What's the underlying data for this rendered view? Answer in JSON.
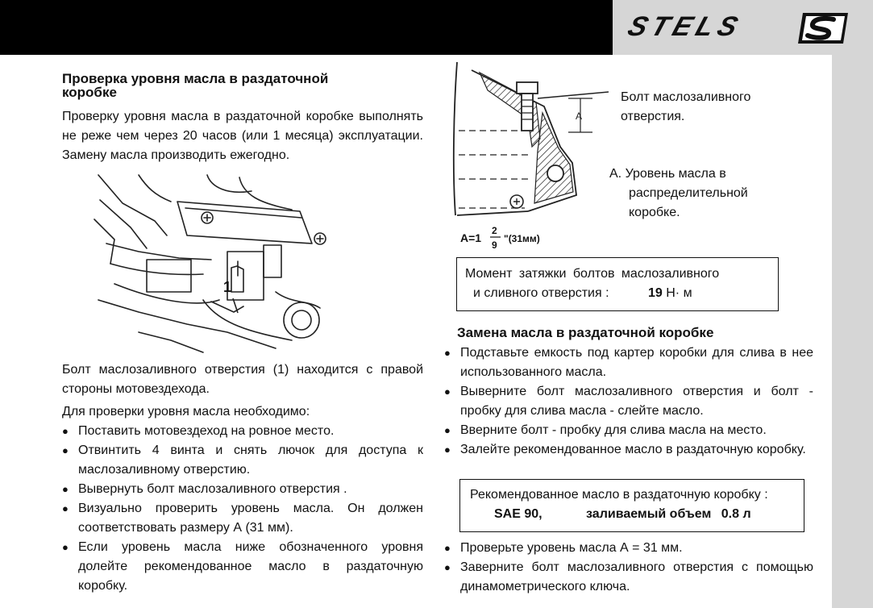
{
  "header": {
    "logo_text": "STELS",
    "logo_badge_icon": "s-badge-icon"
  },
  "left": {
    "title": "Проверка уровня масла в раздаточной коробке",
    "intro": "Проверку уровня масла в раздаточной коробке выполнять не реже чем через 20 часов (или 1 месяца) эксплуатации. Замену масла производить ежегодно.",
    "figure_callout": "1",
    "caption": "Болт маслозаливного отверстия (1) находится с правой стороны мотовездехода.",
    "check_intro": "Для проверки уровня масла необходимо:",
    "steps": [
      "Поставить мотовездеход на ровное место.",
      "Отвинтить 4 винта и снять лючок для доступа к маслозаливному отверстию.",
      "Вывернуть болт маслозаливного отверстия .",
      "Визуально проверить уровень масла. Он должен соответствовать размеру А (31 мм).",
      "Если уровень масла ниже обозначенного уровня долейте рекомендованное масло в раздаточную коробку."
    ]
  },
  "right": {
    "diagram": {
      "label_bolt": "Болт маслозаливного отверстия.",
      "label_level": "А. Уровень масла в распределительной коробке.",
      "dim_letter": "A",
      "formula_prefix": "A=1",
      "formula_num": "2",
      "formula_den": "9",
      "formula_suffix": "\"(31мм)"
    },
    "torque_box": {
      "line1": "Момент затяжки болтов маслозаливного",
      "line2": "и сливного отверстия :",
      "value": "19",
      "unit": "Н· м"
    },
    "title": "Замена масла в раздаточной коробке",
    "steps": [
      "Подставьте емкость под картер коробки для слива в нее использованного масла.",
      "Выверните болт маслозаливного отверстия и болт - пробку для слива масла - слейте масло.",
      "Вверните болт - пробку для слива масла на место.",
      "Залейте рекомендованное масло в раздаточную коробку."
    ],
    "oil_box": {
      "line1": "Рекомендованное масло в раздаточную коробку :",
      "grade": "SAE 90,",
      "volume_label": "заливаемый объем",
      "volume": "0.8 л"
    },
    "steps2": [
      "Проверьте уровень масла А = 31 мм.",
      "Заверните болт маслозаливного отверстия с помощью динамометрического ключа."
    ]
  }
}
